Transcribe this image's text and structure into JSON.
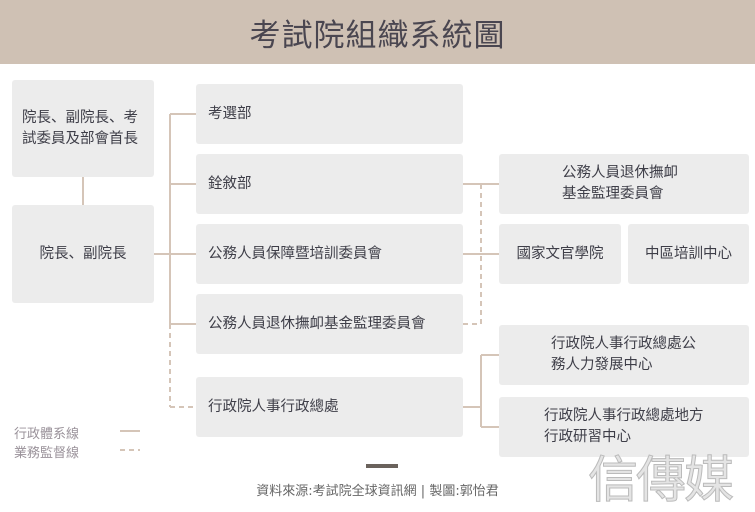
{
  "title": "考試院組織系統圖",
  "left": {
    "top": "院長、副院長、考試委員及部會首長",
    "bottom": "院長、副院長"
  },
  "middle": [
    "考選部",
    "銓敘部",
    "公務人員保障暨培訓委員會",
    "公務人員退休撫卹基金監理委員會",
    "行政院人事行政總處"
  ],
  "right": {
    "fund": "公務人員退休撫卹基金監理委員會",
    "academy": "國家文官學院",
    "central": "中區培訓中心",
    "hrdc": "行政院人事行政總處公務人力發展中心",
    "local": "行政院人事行政總處地方行政研習中心"
  },
  "legend": {
    "solid": "行政體系線",
    "dashed": "業務監督線"
  },
  "source": "資料來源:考試院全球資訊網 | 製圖:郭怡君",
  "watermark": "信傳媒",
  "colors": {
    "header": "#cfc1b4",
    "box": "#ececec",
    "line": "#d5c5b8"
  }
}
